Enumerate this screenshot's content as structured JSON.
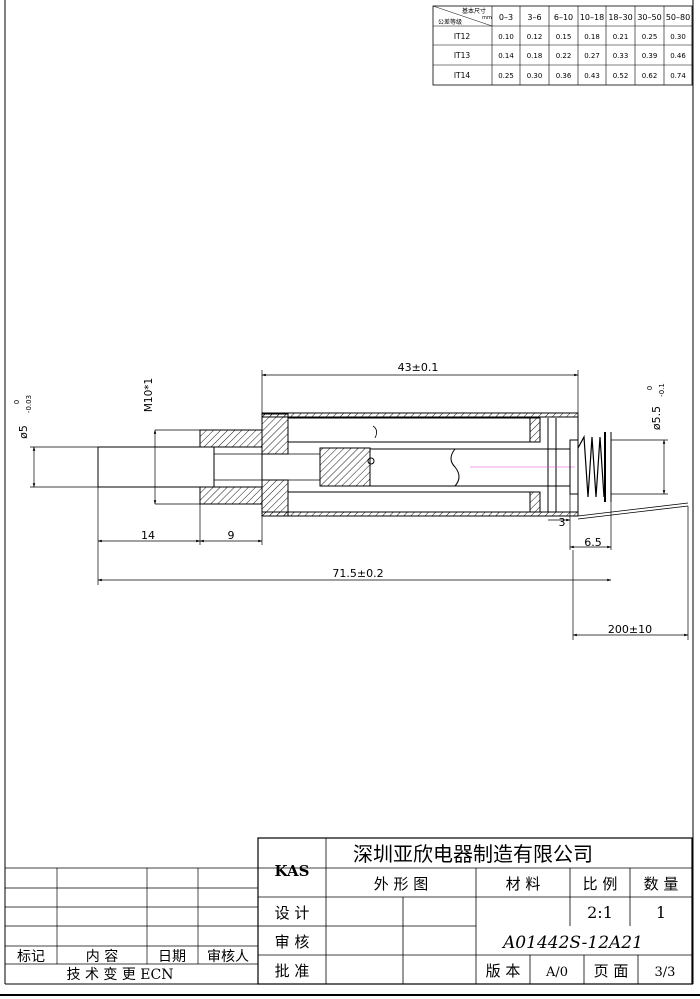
{
  "tolerance_table": {
    "corner_top": "基本尺寸",
    "corner_unit": "mm",
    "corner_bottom": "公差等级",
    "columns": [
      "0–3",
      "3–6",
      "6–10",
      "10–18",
      "18–30",
      "30–50",
      "50–80"
    ],
    "rows": [
      {
        "grade": "IT12",
        "values": [
          "0.10",
          "0.12",
          "0.15",
          "0.18",
          "0.21",
          "0.25",
          "0.30"
        ]
      },
      {
        "grade": "IT13",
        "values": [
          "0.14",
          "0.18",
          "0.22",
          "0.27",
          "0.33",
          "0.39",
          "0.46"
        ]
      },
      {
        "grade": "IT14",
        "values": [
          "0.25",
          "0.30",
          "0.36",
          "0.43",
          "0.52",
          "0.62",
          "0.74"
        ]
      }
    ]
  },
  "dimensions": {
    "body_length": "43±0.1",
    "thread": "M10*1",
    "shaft_dia": "ø5",
    "shaft_tol_upper": "0",
    "shaft_tol_lower": "-0.03",
    "end_dia": "ø5.5",
    "end_tol_upper": "0",
    "end_tol_lower": "-0.1",
    "shaft_ext": "14",
    "thread_len": "9",
    "gap": "3",
    "spring_len": "6.5",
    "total_length": "71.5±0.2",
    "lead_length": "200±10"
  },
  "title_block": {
    "logo": "KAS",
    "company": "深圳亚欣电器制造有限公司",
    "drawing_name": "外  形  图",
    "material_label": "材  料",
    "scale_label": "比 例",
    "quantity_label": "数 量",
    "scale_value": "2:1",
    "quantity_value": "1",
    "design_label": "设  计",
    "review_label": "审  核",
    "approve_label": "批  准",
    "drawing_number": "A01442S-12A21",
    "version_label": "版 本",
    "version_value": "A/0",
    "page_label": "页 面",
    "page_value": "3/3"
  },
  "revision_block": {
    "col_mark": "标记",
    "col_content": "内     容",
    "col_date": "日期",
    "col_reviewer": "审核人",
    "footer": "技  术  变  更  ECN"
  }
}
